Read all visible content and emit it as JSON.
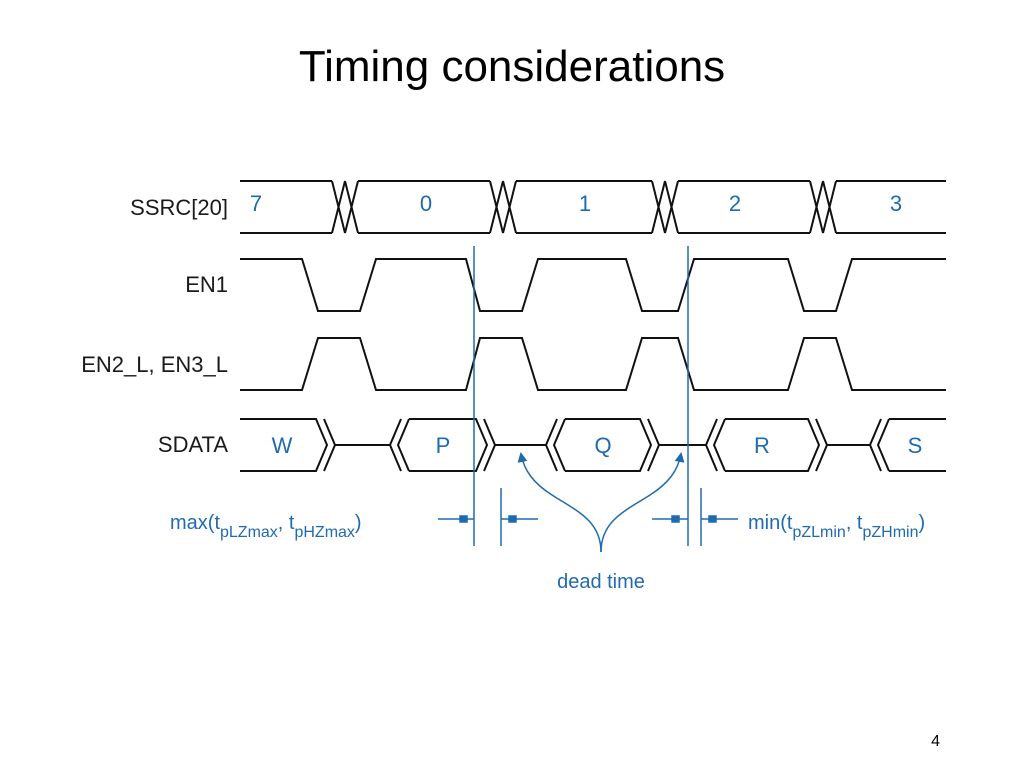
{
  "slide": {
    "title": "Timing considerations",
    "page_number": "4"
  },
  "colors": {
    "waveform": "#111111",
    "annotation": "#1f6bb0",
    "background": "#ffffff"
  },
  "diagram": {
    "signals": {
      "ssrc": {
        "label": "SSRC[20]",
        "values": [
          "7",
          "0",
          "1",
          "2",
          "3"
        ]
      },
      "en1": {
        "label": "EN1"
      },
      "en2_en3": {
        "label": "EN2_L, EN3_L"
      },
      "sdata": {
        "label": "SDATA",
        "values": [
          "W",
          "P",
          "Q",
          "R",
          "S"
        ]
      }
    },
    "annotations": {
      "left_prefix": "max(t",
      "left_sub1": "pLZmax",
      "left_sep": ", t",
      "left_sub2": "pHZmax",
      "left_suffix": ")",
      "right_prefix": "min(t",
      "right_sub1": "pZLmin",
      "right_sep": ", t",
      "right_sub2": "pZHmin",
      "right_suffix": ")",
      "dead_time": "dead time"
    }
  }
}
